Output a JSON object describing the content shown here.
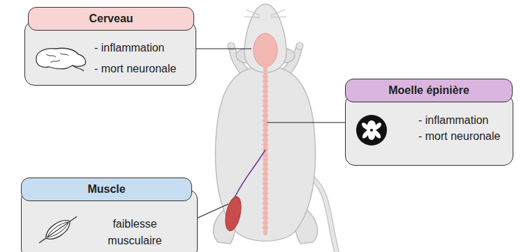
{
  "diagram": {
    "nodes": [
      {
        "text": [
          "Cerveau",
          "- inflammation",
          "- mort neuronale"
        ]
      },
      {
        "text": [
          "Moelle épinière",
          "- inflammation",
          "- mort neuronale"
        ]
      },
      {
        "text": [
          "Muscle",
          "faiblesse musculaire"
        ]
      }
    ]
  }
}
